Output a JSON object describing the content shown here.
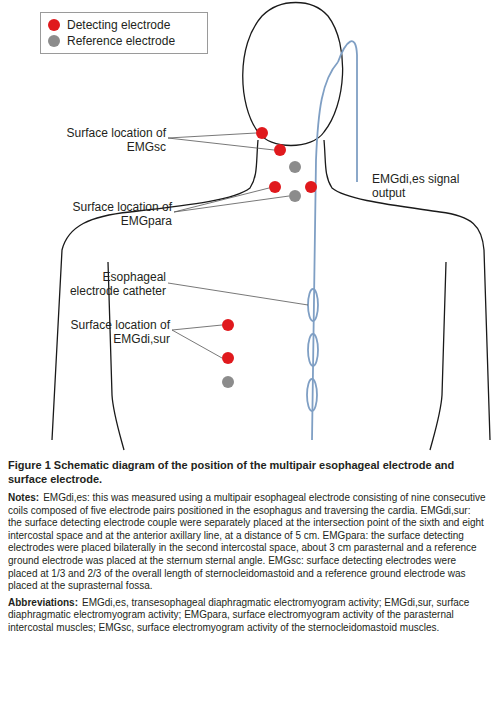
{
  "diagram": {
    "caption": "Figure 1 Schematic diagram of the position of the multipair esophageal electrode and surface electrode.",
    "labels": [
      "Surface location of EMGsc",
      "Surface location of EMGpara",
      "Esophageal electrode catheter",
      "Surface location of EMGdi,sur",
      "EMGdi,es signal output",
      "Notes:",
      "EMGdi,es: this was measured using a multipair esophageal electrode consisting of nine consecutive coils composed of five electrode pairs positioned in the esophagus and traversing the cardia. EMGdi,sur: the surface detecting electrode couple were separately placed at the intersection point of the sixth and eight intercostal space and at the anterior axillary line, at a distance of 5 cm. EMGpara: the surface detecting electrodes were placed bilaterally in the second intercostal space, about 3 cm parasternal and a reference ground electrode was placed at the sternum sternal angle. EMGsc: surface detecting electrodes were placed at 1/3 and 2/3 of the overall length of sternocleidomastoid and a reference ground electrode was placed at the suprasternal fossa.",
      "Abbreviations:",
      "EMGdi,es, transesophageal diaphragmatic electromyogram activity; EMGdi,sur, surface diaphragmatic electromyogram activity; EMGpara, surface electromyogram activity of the parasternal intercostal muscles; EMGsc, surface electromyogram activity of the sternocleidomastoid muscles."
    ],
    "legend": [
      {
        "text": "Detecting electrode",
        "color": "#e0191d"
      },
      {
        "text": "Reference electrode",
        "color": "#8c8c8c"
      }
    ]
  }
}
